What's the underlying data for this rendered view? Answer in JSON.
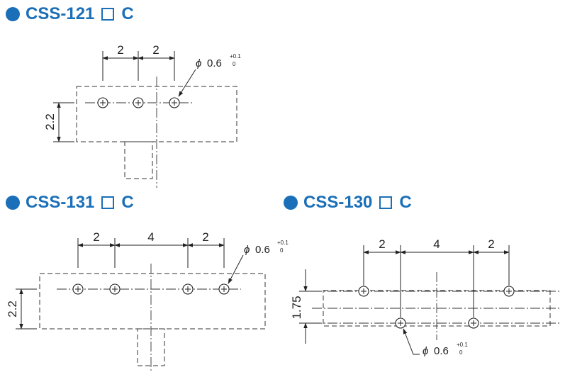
{
  "diagrams": [
    {
      "id": "css-121",
      "title_prefix": "CSS-121",
      "title_suffix": "C",
      "dims": {
        "pitch_a": "2",
        "pitch_b": "2",
        "height": "2.2"
      },
      "hole": {
        "symbol": "ϕ",
        "value": "0.6",
        "tol_upper": "+0.1",
        "tol_lower": "0"
      }
    },
    {
      "id": "css-131",
      "title_prefix": "CSS-131",
      "title_suffix": "C",
      "dims": {
        "pitch_a": "2",
        "pitch_b": "4",
        "pitch_c": "2",
        "height": "2.2"
      },
      "hole": {
        "symbol": "ϕ",
        "value": "0.6",
        "tol_upper": "+0.1",
        "tol_lower": "0"
      }
    },
    {
      "id": "css-130",
      "title_prefix": "CSS-130",
      "title_suffix": "C",
      "dims": {
        "pitch_a": "2",
        "pitch_b": "4",
        "pitch_c": "2",
        "height": "1.75"
      },
      "hole": {
        "symbol": "ϕ",
        "value": "0.6",
        "tol_upper": "+0.1",
        "tol_lower": "0"
      }
    }
  ]
}
